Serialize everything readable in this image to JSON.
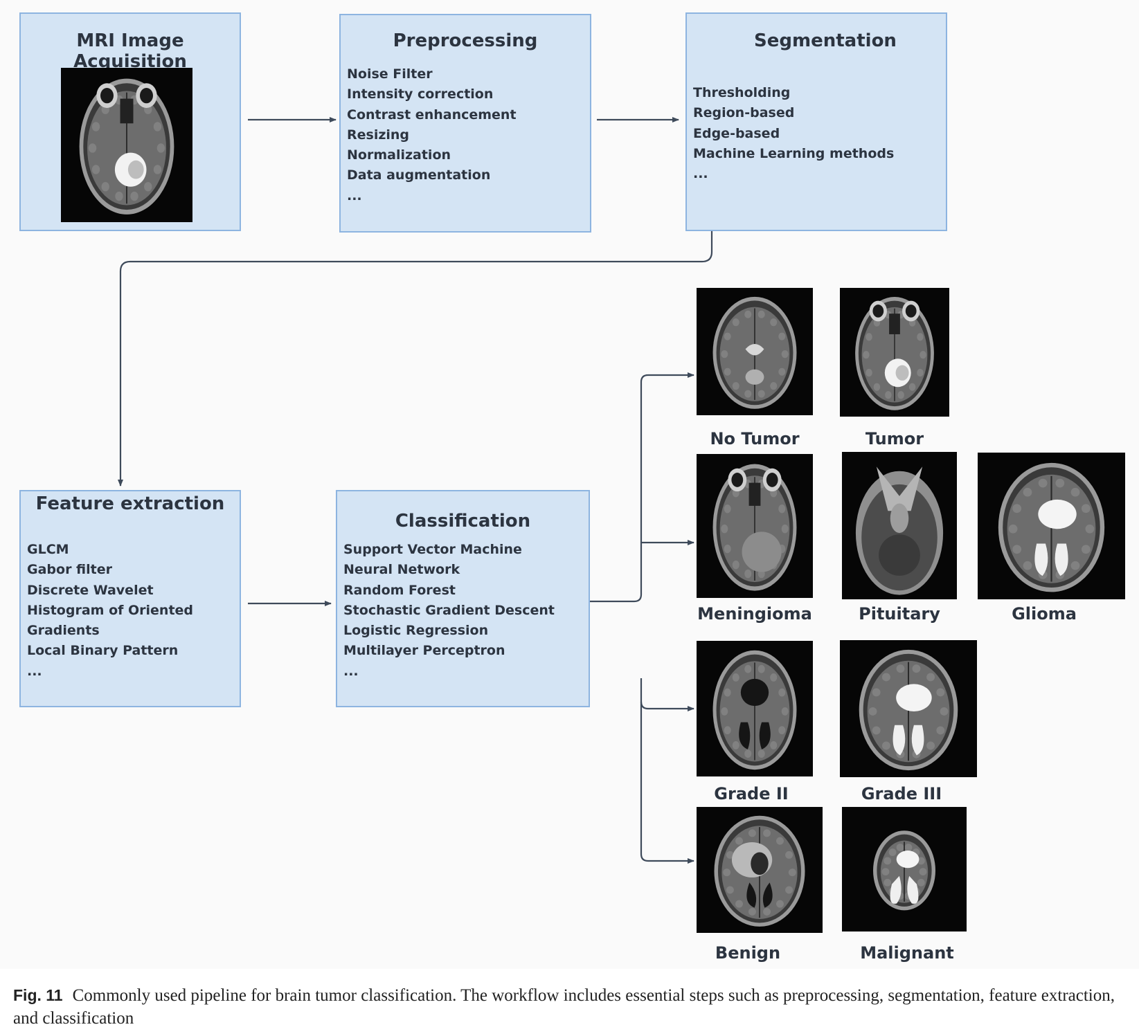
{
  "steps": {
    "acquisition": {
      "title": "MRI Image Acquisition"
    },
    "preprocessing": {
      "title": "Preprocessing",
      "items": [
        "Noise Filter",
        "Intensity correction",
        "Contrast enhancement",
        "Resizing",
        "Normalization",
        "Data augmentation",
        "..."
      ]
    },
    "segmentation": {
      "title": "Segmentation",
      "items": [
        "Thresholding",
        "Region-based",
        "Edge-based",
        "Machine Learning methods",
        "..."
      ]
    },
    "feature_extraction": {
      "title": "Feature extraction",
      "items": [
        "GLCM",
        "Gabor filter",
        "Discrete Wavelet",
        "Histogram of Oriented",
        "Gradients",
        "Local Binary Pattern",
        "..."
      ]
    },
    "classification": {
      "title": "Classification",
      "items": [
        "Support Vector Machine",
        "Neural Network",
        "Random Forest",
        "Stochastic Gradient Descent",
        "Logistic Regression",
        "Multilayer Perceptron",
        "..."
      ]
    }
  },
  "outcomes": {
    "no_tumor": "No Tumor",
    "tumor": "Tumor",
    "meningioma": "Meningioma",
    "pituitary": "Pituitary",
    "glioma": "Glioma",
    "grade_2": "Grade II",
    "grade_3": "Grade III",
    "benign": "Benign",
    "malignant": "Malignant"
  },
  "caption": {
    "figure_number": "Fig. 11",
    "text": "Commonly used pipeline for brain tumor classification. The workflow includes essential steps such as preprocessing, segmentation, feature extraction, and classification"
  },
  "colors": {
    "box_fill": "#d4e4f4",
    "box_border": "#8db4e0",
    "connector": "#3e4a5a",
    "text": "#2c3440"
  }
}
